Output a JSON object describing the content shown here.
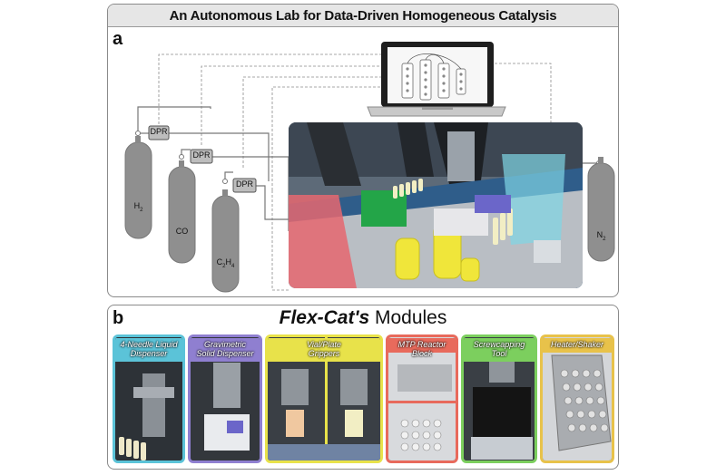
{
  "figure": {
    "title": "An Autonomous Lab for Data-Driven Homogeneous Catalysis"
  },
  "panel_a": {
    "letter": "a",
    "regulators": [
      "DPR",
      "DPR",
      "DPR"
    ],
    "cylinders": [
      {
        "label_main": "H",
        "label_sub": "2",
        "label_tail": ""
      },
      {
        "label_main": "CO",
        "label_sub": "",
        "label_tail": ""
      },
      {
        "label_main": "C",
        "label_sub": "2",
        "label_tail": "H",
        "label_sub2": "4"
      },
      {
        "label_main": "N",
        "label_sub": "2",
        "label_tail": ""
      }
    ]
  },
  "panel_b": {
    "letter": "b",
    "title_brand": "Flex-Cat's",
    "title_rest": " Modules",
    "modules": [
      {
        "label": "4-Needle Liquid\nDispenser",
        "color": "#5bc3d8"
      },
      {
        "label": "Gravimetric\nSolid Dispenser",
        "color": "#8f7fd0"
      },
      {
        "label": "Vial/Plate\nGrippers",
        "color": "#e8e24a"
      },
      {
        "label": "MTP Reactor Block",
        "color": "#e86a5c"
      },
      {
        "label": "Screwcapping\nTool",
        "color": "#7ccf5e"
      },
      {
        "label": "Heater/Shaker",
        "color": "#e8c24a"
      }
    ]
  }
}
